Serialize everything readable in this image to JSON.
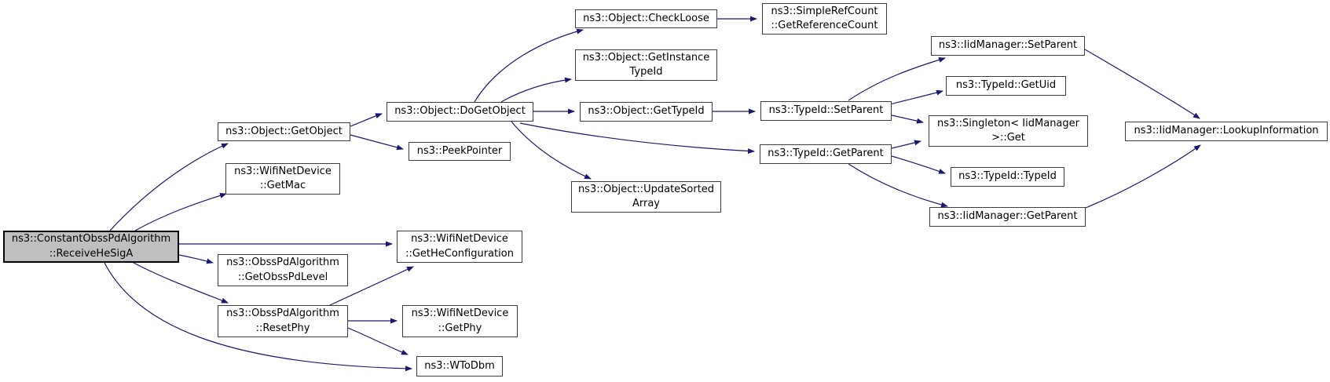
{
  "diagram": {
    "type": "doxygen-call-graph",
    "colors": {
      "edge": "#191970",
      "node_border": "#3d3d3d",
      "node_fill": "#ffffff",
      "main_node_fill": "#bfbfbf",
      "text": "#000000",
      "background": "#ffffff"
    },
    "nodes": [
      {
        "id": "receive-he-sig-a",
        "label": "ns3::ConstantObssPdAlgorithm\n::ReceiveHeSigA",
        "highlighted": true
      },
      {
        "id": "object-get-object",
        "label": "ns3::Object::GetObject"
      },
      {
        "id": "wifinetdevice-get-mac",
        "label": "ns3::WifiNetDevice\n::GetMac"
      },
      {
        "id": "peek-pointer",
        "label": "ns3::PeekPointer"
      },
      {
        "id": "object-do-get-object",
        "label": "ns3::Object::DoGetObject"
      },
      {
        "id": "object-check-loose",
        "label": "ns3::Object::CheckLoose"
      },
      {
        "id": "simple-ref-count-get-reference-count",
        "label": "ns3::SimpleRefCount\n::GetReferenceCount"
      },
      {
        "id": "object-get-instance-type-id",
        "label": "ns3::Object::GetInstance\nTypeId"
      },
      {
        "id": "object-get-type-id",
        "label": "ns3::Object::GetTypeId"
      },
      {
        "id": "type-id-set-parent",
        "label": "ns3::TypeId::SetParent"
      },
      {
        "id": "iid-manager-set-parent",
        "label": "ns3::IidManager::SetParent"
      },
      {
        "id": "type-id-get-uid",
        "label": "ns3::TypeId::GetUid"
      },
      {
        "id": "singleton-iid-manager-get",
        "label": "ns3::Singleton< IidManager\n>::Get"
      },
      {
        "id": "type-id-get-parent",
        "label": "ns3::TypeId::GetParent"
      },
      {
        "id": "type-id-type-id",
        "label": "ns3::TypeId::TypeId"
      },
      {
        "id": "iid-manager-get-parent",
        "label": "ns3::IidManager::GetParent"
      },
      {
        "id": "iid-manager-lookup-information",
        "label": "ns3::IidManager::LookupInformation"
      },
      {
        "id": "object-update-sorted-array",
        "label": "ns3::Object::UpdateSorted\nArray"
      },
      {
        "id": "wifinetdevice-get-he-configuration",
        "label": "ns3::WifiNetDevice\n::GetHeConfiguration"
      },
      {
        "id": "obss-pd-algorithm-get-obss-pd-level",
        "label": "ns3::ObssPdAlgorithm\n::GetObssPdLevel"
      },
      {
        "id": "obss-pd-algorithm-reset-phy",
        "label": "ns3::ObssPdAlgorithm\n::ResetPhy"
      },
      {
        "id": "wifinetdevice-get-phy",
        "label": "ns3::WifiNetDevice\n::GetPhy"
      },
      {
        "id": "w-to-dbm",
        "label": "ns3::WToDbm"
      }
    ],
    "edges": [
      {
        "from": "receive-he-sig-a",
        "to": "object-get-object"
      },
      {
        "from": "receive-he-sig-a",
        "to": "wifinetdevice-get-mac"
      },
      {
        "from": "receive-he-sig-a",
        "to": "wifinetdevice-get-he-configuration"
      },
      {
        "from": "receive-he-sig-a",
        "to": "obss-pd-algorithm-get-obss-pd-level"
      },
      {
        "from": "receive-he-sig-a",
        "to": "obss-pd-algorithm-reset-phy"
      },
      {
        "from": "receive-he-sig-a",
        "to": "w-to-dbm"
      },
      {
        "from": "object-get-object",
        "to": "object-do-get-object"
      },
      {
        "from": "object-get-object",
        "to": "peek-pointer"
      },
      {
        "from": "object-do-get-object",
        "to": "object-check-loose"
      },
      {
        "from": "object-do-get-object",
        "to": "object-get-instance-type-id"
      },
      {
        "from": "object-do-get-object",
        "to": "object-get-type-id"
      },
      {
        "from": "object-do-get-object",
        "to": "object-update-sorted-array"
      },
      {
        "from": "object-do-get-object",
        "to": "type-id-get-parent"
      },
      {
        "from": "object-check-loose",
        "to": "simple-ref-count-get-reference-count"
      },
      {
        "from": "object-get-type-id",
        "to": "type-id-set-parent"
      },
      {
        "from": "type-id-set-parent",
        "to": "iid-manager-set-parent"
      },
      {
        "from": "type-id-set-parent",
        "to": "type-id-get-uid"
      },
      {
        "from": "type-id-set-parent",
        "to": "singleton-iid-manager-get"
      },
      {
        "from": "type-id-get-parent",
        "to": "singleton-iid-manager-get"
      },
      {
        "from": "type-id-get-parent",
        "to": "type-id-type-id"
      },
      {
        "from": "type-id-get-parent",
        "to": "iid-manager-get-parent"
      },
      {
        "from": "iid-manager-set-parent",
        "to": "iid-manager-lookup-information"
      },
      {
        "from": "iid-manager-get-parent",
        "to": "iid-manager-lookup-information"
      },
      {
        "from": "obss-pd-algorithm-reset-phy",
        "to": "wifinetdevice-get-he-configuration"
      },
      {
        "from": "obss-pd-algorithm-reset-phy",
        "to": "wifinetdevice-get-phy"
      },
      {
        "from": "obss-pd-algorithm-reset-phy",
        "to": "w-to-dbm"
      }
    ]
  }
}
